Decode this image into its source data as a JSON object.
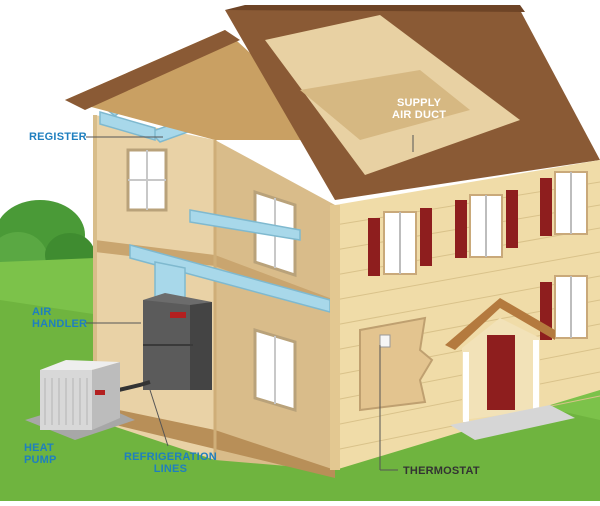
{
  "labels": {
    "register": "REGISTER",
    "supply_air_duct": [
      "SUPPLY",
      "AIR DUCT"
    ],
    "air_handler": [
      "AIR",
      "HANDLER"
    ],
    "heat_pump": [
      "HEAT",
      "PUMP"
    ],
    "refrigeration_lines": [
      "REFRIGERATION",
      "LINES"
    ],
    "thermostat": "THERMOSTAT"
  },
  "colors": {
    "label_blue": "#1f7fbf",
    "label_dark": "#333333",
    "roof": "#8a5a35",
    "siding": "#f0dca8",
    "shutter": "#8e1e1e",
    "duct": "#a8d8ea",
    "grass": "#6fb43f"
  }
}
